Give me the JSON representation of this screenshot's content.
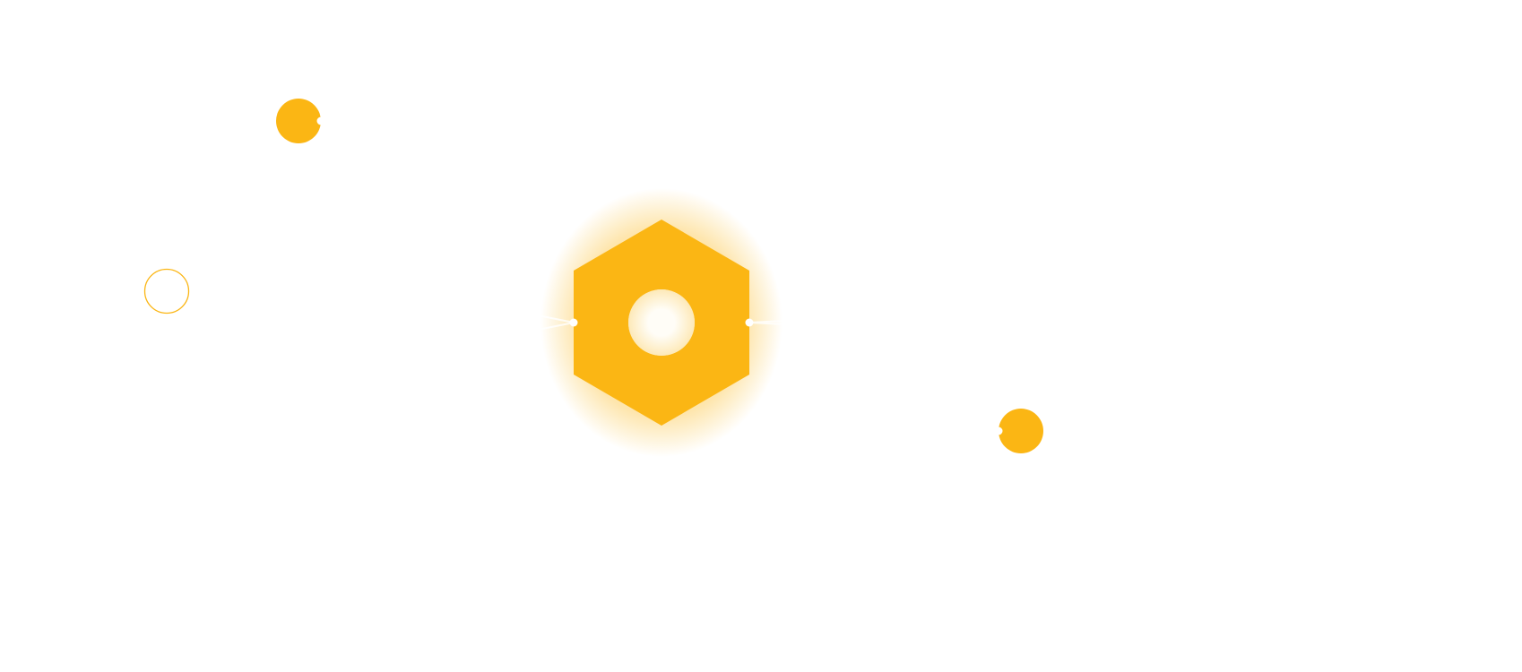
{
  "canvas": {
    "background": "#ffffff"
  },
  "colors": {
    "accent": "#FBB614",
    "handle": "#ffffff"
  },
  "nodes": [
    {
      "id": "hub",
      "shape": "hexagon-with-hole",
      "icon": "hexagon-nut-icon"
    },
    {
      "id": "top-left",
      "shape": "circle",
      "filled": true
    },
    {
      "id": "left",
      "shape": "circle",
      "filled": false
    },
    {
      "id": "bottom-right",
      "shape": "circle",
      "filled": true
    }
  ]
}
